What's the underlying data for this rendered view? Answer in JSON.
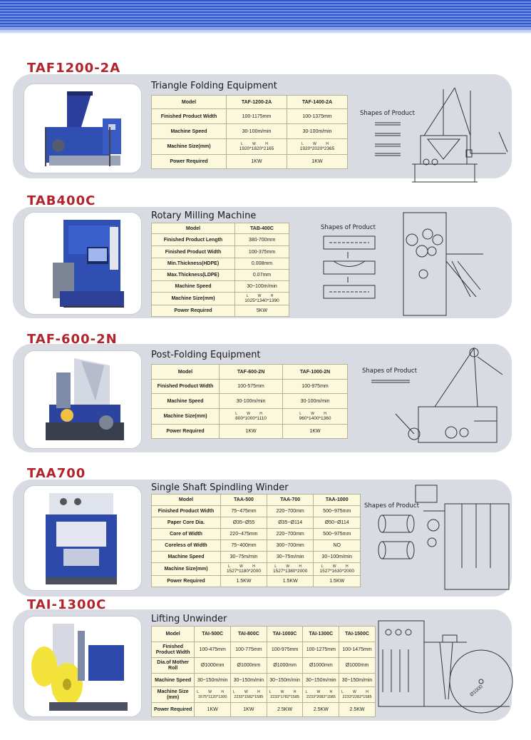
{
  "sections": [
    {
      "model": "TAF1200-2A",
      "title": "Triangle Folding Equipment",
      "shapes_label": "Shapes of Product",
      "headers": [
        "Model",
        "TAF-1200-2A",
        "TAF-1400-2A"
      ],
      "rows": [
        {
          "label": "Finished Product Width",
          "values": [
            "100-1175mm",
            "100-1375mm"
          ]
        },
        {
          "label": "Machine Speed",
          "values": [
            "30-100m/min",
            "30-100m/min"
          ]
        },
        {
          "label": "Machine Size(mm)",
          "values": [
            "1920*1820*2165",
            "1920*2020*2365"
          ],
          "lwh": "L W H"
        },
        {
          "label": "Power Required",
          "values": [
            "1KW",
            "1KW"
          ]
        }
      ]
    },
    {
      "model": "TAB400C",
      "title": "Rotary Milling Machine",
      "shapes_label": "Shapes of Product",
      "headers": [
        "Model",
        "TAB-400C"
      ],
      "rows": [
        {
          "label": "Finished Product Length",
          "values": [
            "380-700mm"
          ]
        },
        {
          "label": "Finished Product Width",
          "values": [
            "100-375mm"
          ]
        },
        {
          "label": "Min.Thickness(HDPE)",
          "values": [
            "0.008mm"
          ]
        },
        {
          "label": "Max.Thickness(LDPE)",
          "values": [
            "0.07mm"
          ]
        },
        {
          "label": "Machine Speed",
          "values": [
            "30~100m/min"
          ]
        },
        {
          "label": "Machine Size(mm)",
          "values": [
            "1025*1340*1390"
          ],
          "lwh": "L W H"
        },
        {
          "label": "Power Required",
          "values": [
            "5KW"
          ]
        }
      ]
    },
    {
      "model": "TAF-600-2N",
      "title": "Post-Folding Equipment",
      "shapes_label": "Shapes of Product",
      "headers": [
        "Model",
        "TAF-600-2N",
        "TAF-1000-2N"
      ],
      "rows": [
        {
          "label": "Finished Product Width",
          "values": [
            "100-575mm",
            "100-975mm"
          ]
        },
        {
          "label": "Machine Speed",
          "values": [
            "30-100m/min",
            "30-100m/min"
          ]
        },
        {
          "label": "Machine Size(mm)",
          "values": [
            "800*1000*1110",
            "960*1400*1360"
          ],
          "lwh": "L W H"
        },
        {
          "label": "Power Required",
          "values": [
            "1KW",
            "1KW"
          ]
        }
      ]
    },
    {
      "model": "TAA700",
      "title": "Single Shaft Spindling Winder",
      "shapes_label": "Shapes of Product",
      "headers": [
        "Model",
        "TAA-500",
        "TAA-700",
        "TAA-1000"
      ],
      "rows": [
        {
          "label": "Finished Product Width",
          "values": [
            "75~475mm",
            "220~700mm",
            "500~975mm"
          ]
        },
        {
          "label": "Paper Core Dia.",
          "values": [
            "Ø35~Ø55",
            "Ø35~Ø114",
            "Ø50~Ø114"
          ]
        },
        {
          "label": "Core of Width",
          "values": [
            "220~475mm",
            "220~700mm",
            "500~975mm"
          ]
        },
        {
          "label": "Coreless of Width",
          "values": [
            "75~400mm",
            "300~700mm",
            "NO"
          ]
        },
        {
          "label": "Machine Speed",
          "values": [
            "30~75m/min",
            "30~75m/min",
            "30~100m/min"
          ]
        },
        {
          "label": "Machine Size(mm)",
          "values": [
            "1527*1180*2000",
            "1527*1380*2000",
            "1527*1630*2000"
          ],
          "lwh": "L W H"
        },
        {
          "label": "Power Required",
          "values": [
            "1.5KW",
            "1.5KW",
            "1.5KW"
          ]
        }
      ]
    },
    {
      "model": "TAI-1300C",
      "title": "Lifting Unwinder",
      "headers": [
        "Model",
        "TAI-500C",
        "TAI-800C",
        "TAI-1000C",
        "TAI-1300C",
        "TAI-1500C"
      ],
      "rows": [
        {
          "label": "Finished Product Width",
          "values": [
            "100-475mm",
            "100-775mm",
            "100-975mm",
            "100-1275mm",
            "100-1475mm"
          ]
        },
        {
          "label": "Dia.of Mother Roll",
          "values": [
            "Ø1000mm",
            "Ø1000mm",
            "Ø1000mm",
            "Ø1000mm",
            "Ø1000mm"
          ]
        },
        {
          "label": "Machine Speed",
          "values": [
            "30~150m/min",
            "30~150m/min",
            "30~150m/min",
            "30~150m/min",
            "30~150m/min"
          ]
        },
        {
          "label": "Machine Size (mm)",
          "values": [
            "1675*1120*1300",
            "2233*1582*1585",
            "2233*1782*1585",
            "2233*2082*1585",
            "2233*2282*1585"
          ],
          "lwh": "L W H"
        },
        {
          "label": "Power Required",
          "values": [
            "1KW",
            "1KW",
            "2.5KW",
            "2.5KW",
            "2.5KW"
          ]
        }
      ],
      "diagram_label": "Ø1000"
    }
  ],
  "colors": {
    "model_title": "#b3232b",
    "panel": "#d9dbe3",
    "table_bg": "#fbf8dc",
    "top_band": "#2f56c8"
  }
}
